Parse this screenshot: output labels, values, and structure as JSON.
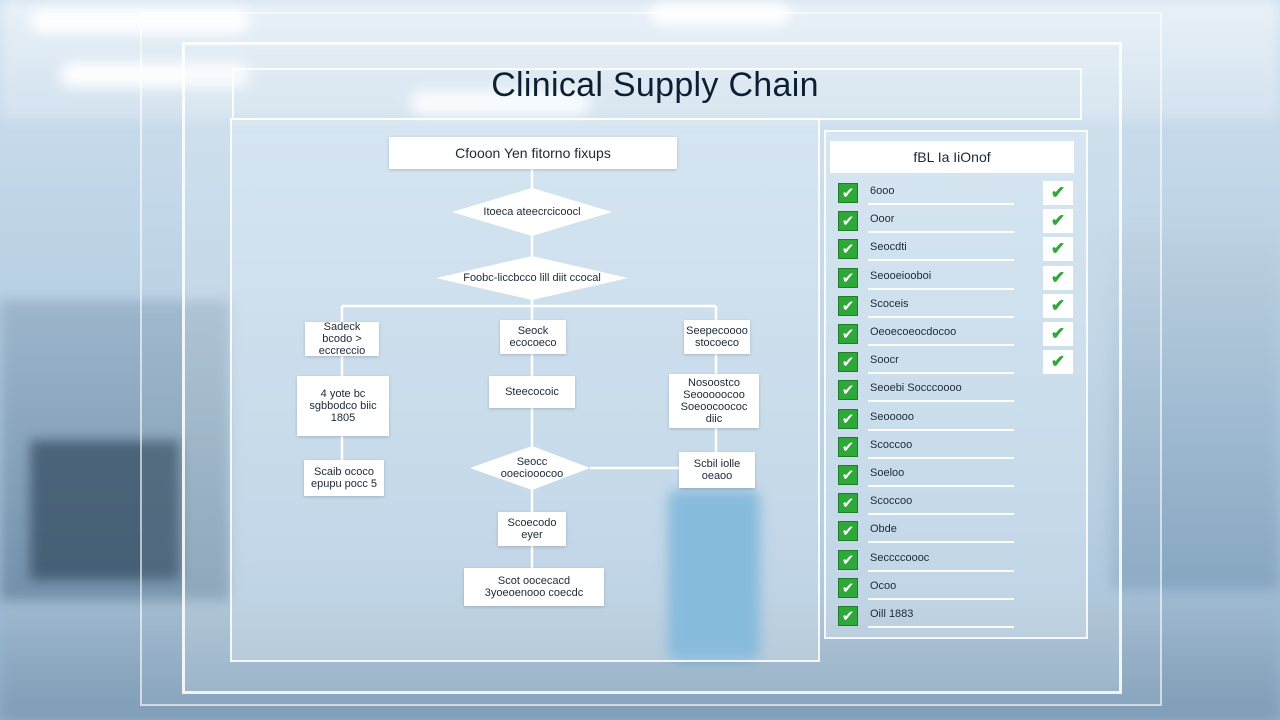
{
  "title": "Clinical Supply Chain",
  "flowchart": {
    "header": "Cfooon Yen fitorno fixups",
    "nodes": [
      {
        "id": "d1",
        "label": "Itoeca ateecrcicoocl"
      },
      {
        "id": "d2",
        "label": "Foobc-liccbcco lill diit ccocal"
      },
      {
        "id": "l1",
        "label": "Sadeck bcodo > eccreccio"
      },
      {
        "id": "l2",
        "label": "4 yote bc sgbbodco biic 1805"
      },
      {
        "id": "l3",
        "label": "Scaib ococo epupu pocc 5"
      },
      {
        "id": "c1",
        "label": "Seock ecocoeco"
      },
      {
        "id": "c2",
        "label": "Steecocoic"
      },
      {
        "id": "d3",
        "label": "Seocc ooeciooocoo"
      },
      {
        "id": "c3",
        "label": "Scoecodo eyer"
      },
      {
        "id": "c4",
        "label": "Scot oocecacd 3yoeoenooo coecdc"
      },
      {
        "id": "r1",
        "label": "Seepecoooo stocoeco"
      },
      {
        "id": "r2",
        "label": "Nosoostco Seooooocoo Soeoocoococ diic"
      },
      {
        "id": "r3",
        "label": "Scbil iolle oeaoo"
      }
    ]
  },
  "checklist": {
    "header": "fBL Ia IiOnof",
    "items": [
      {
        "label": "6ooo"
      },
      {
        "label": "Ooor"
      },
      {
        "label": "Seocdti"
      },
      {
        "label": "Seooeiooboi"
      },
      {
        "label": "Scoceis"
      },
      {
        "label": "Oeoecoeocdocoo"
      },
      {
        "label": "Soocr"
      },
      {
        "label": "Seoebi Socccoooo"
      },
      {
        "label": "Seooooo"
      },
      {
        "label": "Scoccoo"
      },
      {
        "label": "Soeloo"
      },
      {
        "label": "Scoccoo"
      },
      {
        "label": "Obde"
      },
      {
        "label": "Seccccoooc"
      },
      {
        "label": "Ocoo"
      },
      {
        "label": "Oill 1883"
      }
    ],
    "right_checks": 7,
    "check_color": "#2fa83a"
  }
}
